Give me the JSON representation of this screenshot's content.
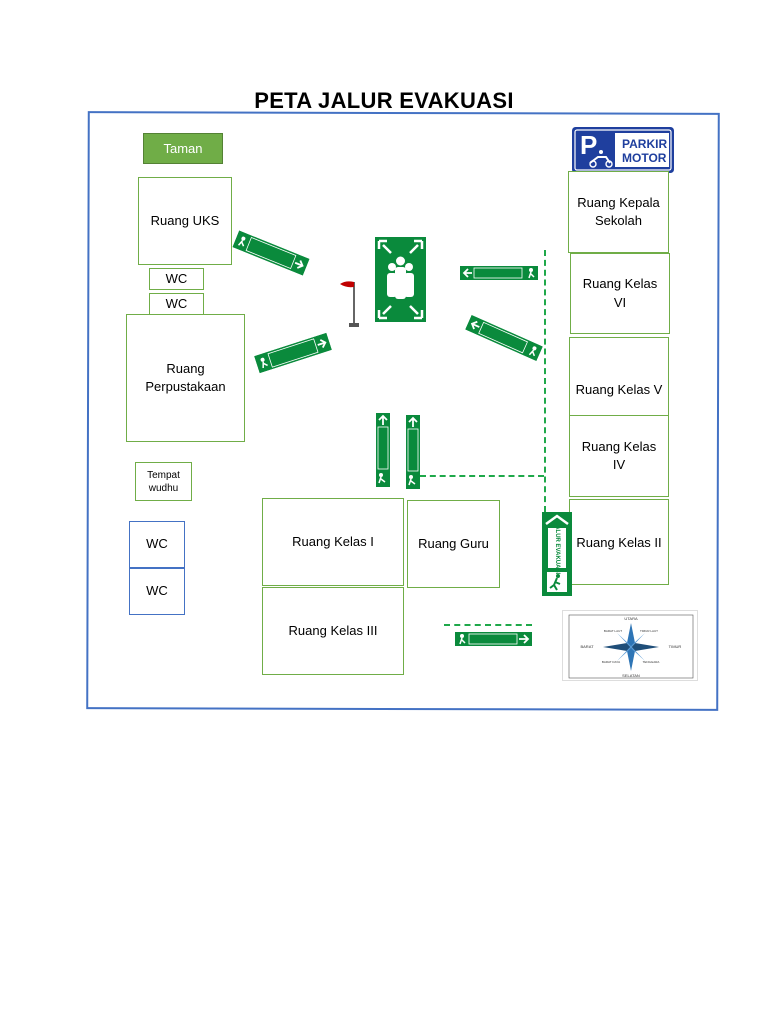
{
  "title": "PETA JALUR EVAKUASI",
  "rooms": {
    "taman": "Taman",
    "uks": "Ruang UKS",
    "wc1": "WC",
    "wc2": "WC",
    "perpustakaan": "Ruang Perpustakaan",
    "tempat_wudhu": "Tempat wudhu",
    "wc3": "WC",
    "wc4": "WC",
    "kelas_1": "Ruang Kelas I",
    "guru": "Ruang Guru",
    "kelas_3": "Ruang Kelas III",
    "kepala_sekolah": "Ruang Kepala Sekolah",
    "kelas_6": "Ruang Kelas VI",
    "kelas_5": "Ruang Kelas V",
    "kelas_4": "Ruang Kelas IV",
    "kelas_2": "Ruang Kelas II"
  },
  "parking_sign": {
    "letter": "P",
    "line1": "PARKIR",
    "line2": "MOTOR"
  },
  "evac_sign_text": "JALUR EVAKUASI",
  "compass": {
    "north": "UTARA",
    "south": "SELATAN",
    "east": "TIMUR",
    "west": "BARAT",
    "northeast": "TIMUR LAUT",
    "northwest": "BARAT LAUT",
    "southeast": "TENGGARA",
    "southwest": "BARAT DAYA"
  },
  "colors": {
    "border": "#4472c4",
    "room_border": "#70ad47",
    "sign_green": "#0a8a3c",
    "parking_blue": "#1f3f9e"
  }
}
